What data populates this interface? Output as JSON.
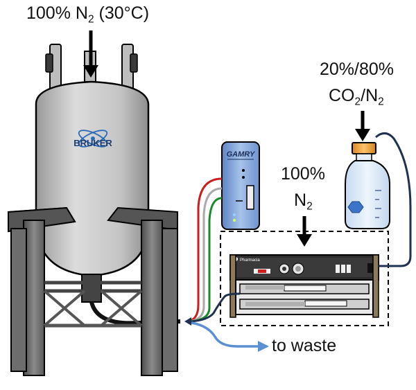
{
  "labels": {
    "top_prefix": "100% N",
    "top_sub": "2",
    "top_suffix": " (30°C)",
    "co2_line1": "20%/80%",
    "co2_a": "CO",
    "co2_a_sub": "2",
    "co2_b": "/N",
    "co2_b_sub": "2",
    "n2_line1": "100%",
    "n2_a": "N",
    "n2_sub": "2",
    "waste": "to waste"
  },
  "logos": {
    "bruker": "BRUKER",
    "gamry": "GAMRY",
    "pump_brand": "Pharmacia"
  },
  "colors": {
    "magnet_body": "#c8c8c8",
    "legs": "#6b6b6b",
    "gamry_panel": "#7fa2d8",
    "bottle_liquid": "#dce9f7",
    "bottle_cap": "#f0a340",
    "tubing_navy": "#1f3150",
    "waste_line": "#5b8fd4",
    "wire_red": "#c81e1e",
    "wire_gray": "#a9a9a9",
    "wire_green": "#1a8a2a",
    "bruker_blue": "#2a6bb8"
  }
}
